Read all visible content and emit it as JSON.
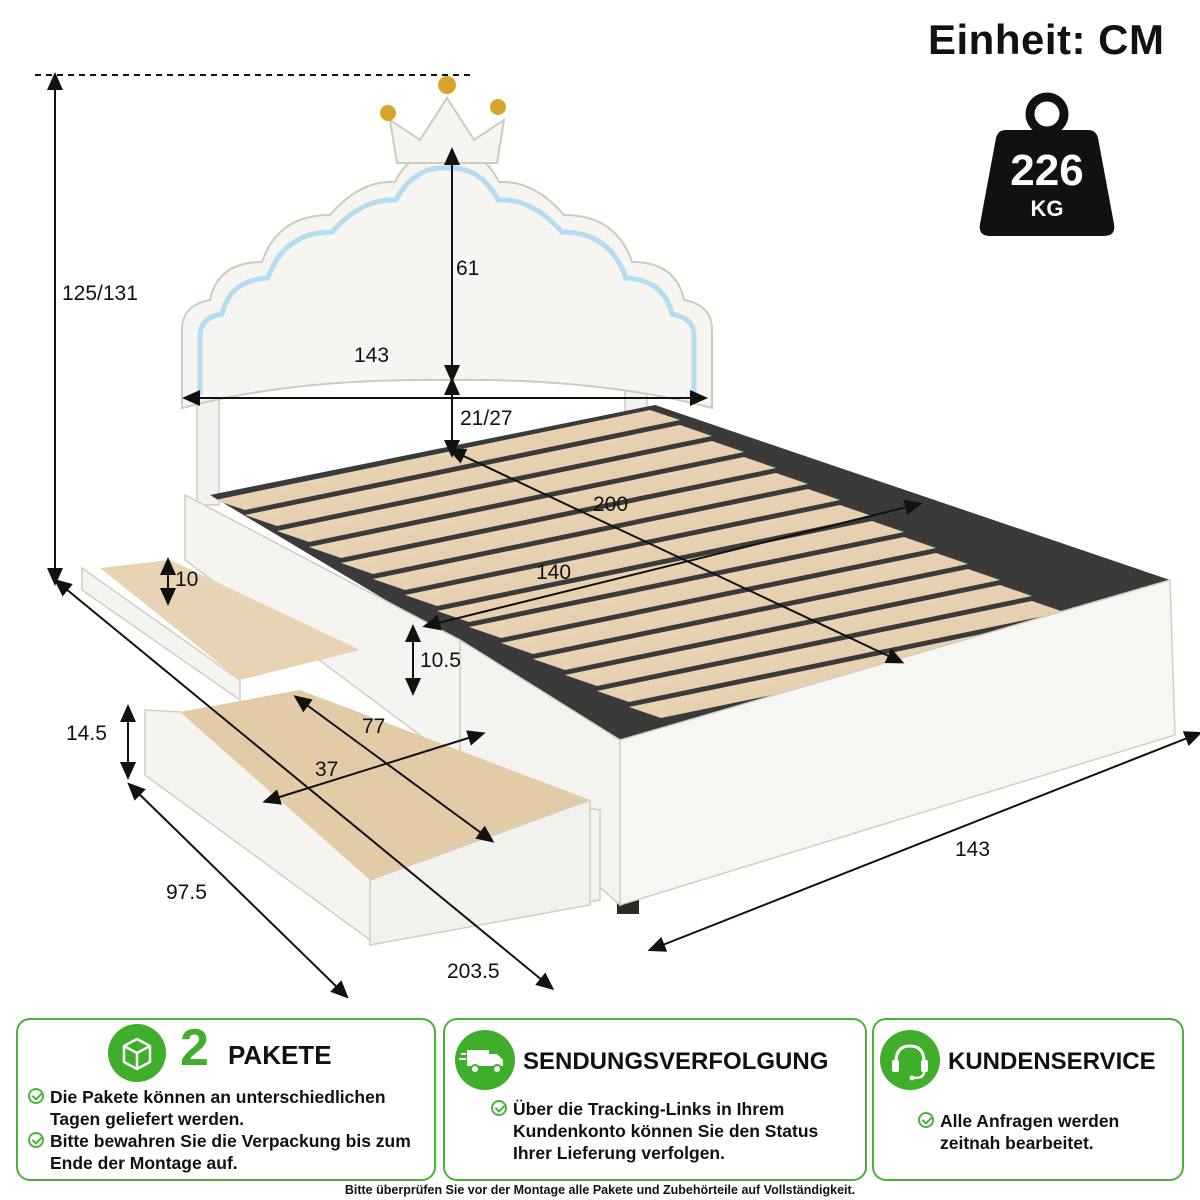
{
  "header": {
    "unit_label": "Einheit: CM"
  },
  "weight": {
    "value": "226",
    "unit": "KG"
  },
  "dimensions": {
    "total_height": "125/131",
    "headboard_height": "61",
    "headboard_width": "143",
    "leg_clearance": "21/27",
    "length": "200",
    "inner_width": "140",
    "drawer_depth_upper": "10",
    "frame_height": "10.5",
    "drawer_height": "14.5",
    "drawer_inner_length": "77",
    "drawer_inner_width": "37",
    "drawer_length": "97.5",
    "total_length": "203.5",
    "total_width": "143"
  },
  "cards": [
    {
      "number": "2",
      "title": "PAKETE",
      "bullets": [
        "Die Pakete können an unterschiedlichen Tagen geliefert werden.",
        "Bitte bewahren Sie die Verpackung bis zum Ende der Montage auf."
      ]
    },
    {
      "title": "SENDUNGSVERFOLGUNG",
      "bullets": [
        "Über die Tracking-Links in Ihrem Kundenkonto können Sie den Status Ihrer Lieferung verfolgen."
      ]
    },
    {
      "title": "KUNDENSERVICE",
      "bullets": [
        "Alle Anfragen werden zeitnah bearbeitet."
      ]
    }
  ],
  "footer": "Bitte überprüfen Sie vor der Montage alle Pakete und Zubehörteile auf Vollständigkeit.",
  "colors": {
    "accent_green": "#3fae2b",
    "border_green": "#4cb33a",
    "slat_wood": "#e9d2b0"
  }
}
